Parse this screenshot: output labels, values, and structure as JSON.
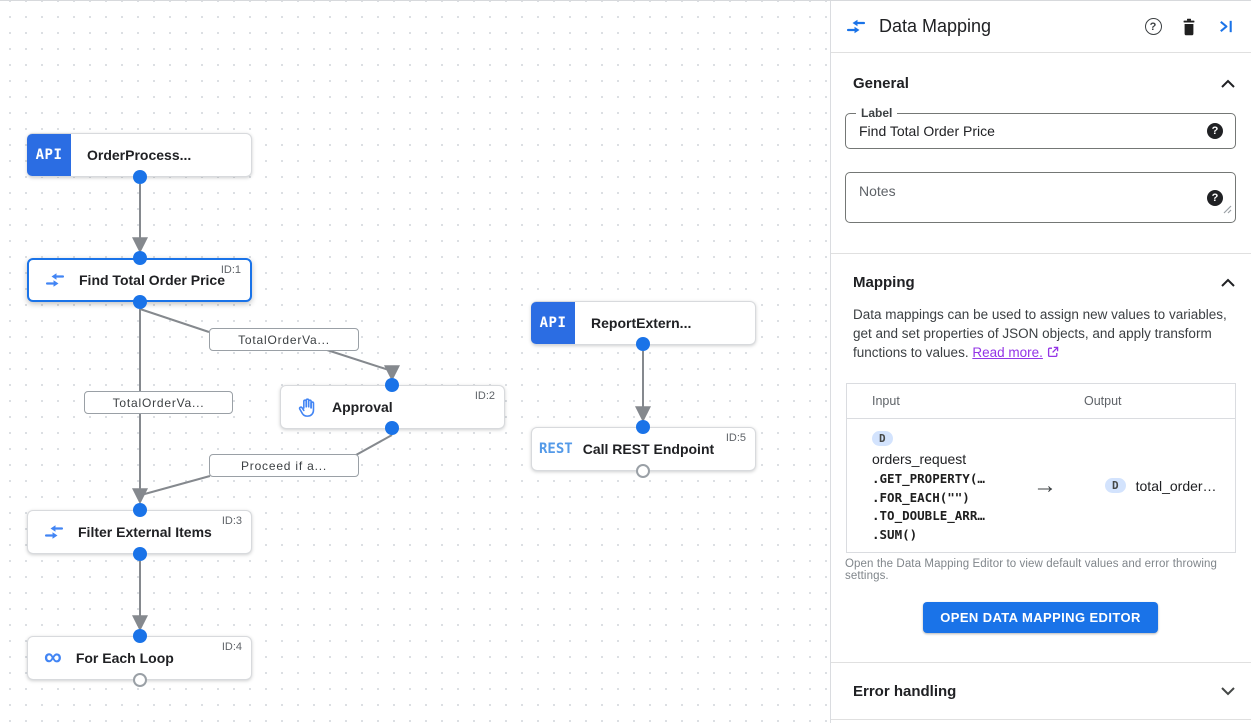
{
  "canvas": {
    "nodes": [
      {
        "label": "OrderProcess...",
        "badge": "API"
      },
      {
        "label": "Find Total Order Price",
        "id": "ID:1"
      },
      {
        "label": "ReportExtern...",
        "badge": "API"
      },
      {
        "label": "Approval",
        "id": "ID:2"
      },
      {
        "label": "Call REST Endpoint",
        "id": "ID:5",
        "badge": "REST"
      },
      {
        "label": "Filter External Items",
        "id": "ID:3"
      },
      {
        "label": "For Each Loop",
        "id": "ID:4"
      }
    ],
    "edge_labels": [
      {
        "text": "TotalOrderVa..."
      },
      {
        "text": "TotalOrderVa..."
      },
      {
        "text": "Proceed if a..."
      }
    ],
    "loop_glyph": "∞"
  },
  "panel": {
    "title": "Data Mapping",
    "header_icons": [
      "data-mapping-icon",
      "help-icon",
      "delete-icon",
      "collapse-panel-icon"
    ],
    "general": {
      "title": "General",
      "label_field_label": "Label",
      "label_field_value": "Find Total Order Price",
      "label_help": "?",
      "notes_placeholder": "Notes",
      "notes_help": "?"
    },
    "mapping": {
      "title": "Mapping",
      "description": "Data mappings can be used to assign new values to variables, get and set properties of JSON objects, and apply transform functions to values.",
      "read_more": "Read more.",
      "table": {
        "input_header": "Input",
        "output_header": "Output",
        "input_badge": "D",
        "input_variable": "orders_request",
        "input_code": [
          ".GET_PROPERTY(…",
          ".FOR_EACH(\"\")",
          ".TO_DOUBLE_ARR…",
          ".SUM()"
        ],
        "arrow": "→",
        "output_badge": "D",
        "output_variable": "total_order…"
      },
      "caption": "Open the Data Mapping Editor to view default values and error throwing settings.",
      "button": "OPEN DATA MAPPING EDITOR"
    },
    "error_handling": {
      "title": "Error handling"
    },
    "colors": {
      "accent": "#1a73e8",
      "link": "#9334e6",
      "node_icon_blue": "#4285f4"
    },
    "help_glyph": "?"
  }
}
